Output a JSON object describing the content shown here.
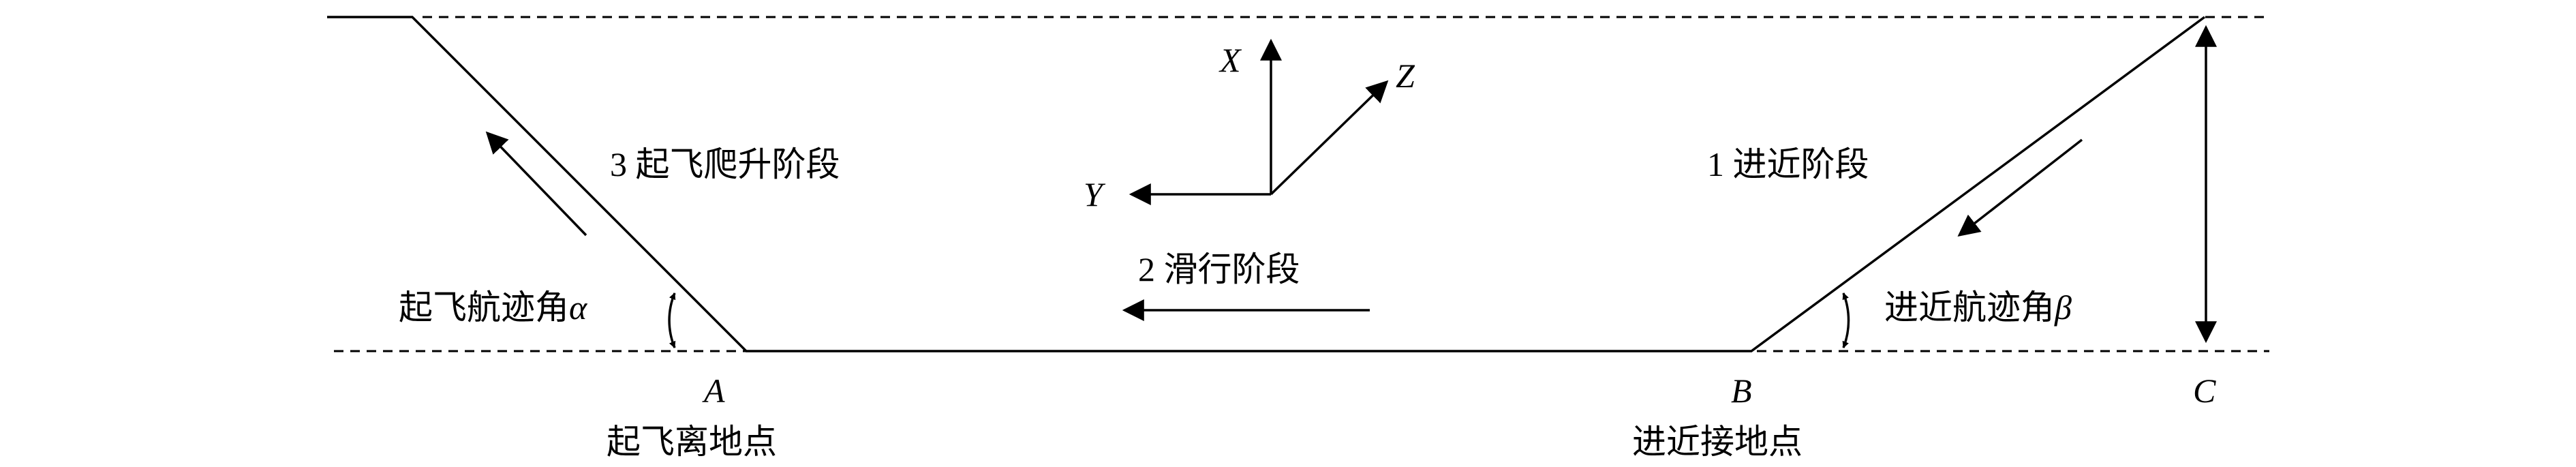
{
  "phases": {
    "approach": "1 进近阶段",
    "taxi": "2 滑行阶段",
    "takeoff_climb": "3 起飞爬升阶段"
  },
  "angles": {
    "takeoff": "起飞航迹角",
    "takeoff_symbol": "α",
    "approach": "进近航迹角",
    "approach_symbol": "β"
  },
  "points": {
    "A": {
      "letter": "A",
      "caption": "起飞离地点"
    },
    "B": {
      "letter": "B",
      "caption": "进近接地点"
    },
    "C": {
      "letter": "C",
      "caption": ""
    }
  },
  "axes": {
    "x": "X",
    "y": "Y",
    "z": "Z"
  }
}
